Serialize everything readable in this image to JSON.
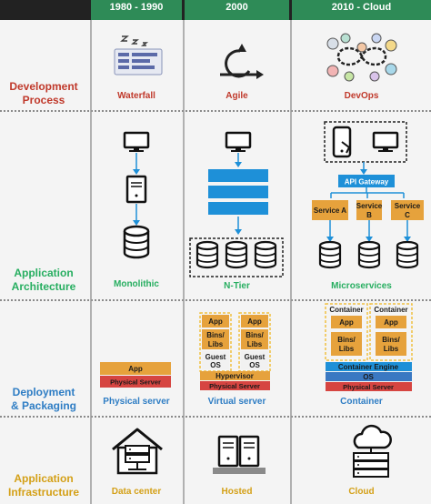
{
  "headers": [
    "1980 - 1990",
    "2000",
    "2010 - Cloud"
  ],
  "rows": [
    {
      "label_lines": [
        "Development",
        "Process"
      ],
      "color": "#c0392b"
    },
    {
      "label_lines": [
        "Application",
        "Architecture"
      ],
      "color": "#27ae60"
    },
    {
      "label_lines": [
        "Deployment",
        "& Packaging"
      ],
      "color": "#2e7dc4"
    },
    {
      "label_lines": [
        "Application",
        "Infrastructure"
      ],
      "color": "#d4a017"
    }
  ],
  "development": {
    "waterfall": "Waterfall",
    "agile": "Agile",
    "devops": "DevOps"
  },
  "architecture": {
    "monolithic": "Monolithic",
    "ntier": "N-Tier",
    "microservices": "Microservices",
    "api_gateway": "API Gateway",
    "services": [
      "Service A",
      "Service B",
      "Service C"
    ],
    "service_lines": [
      [
        "Service A"
      ],
      [
        "Service",
        "B"
      ],
      [
        "Service",
        "C"
      ]
    ]
  },
  "deployment": {
    "physical": {
      "app": "App",
      "server": "Physical Server",
      "caption": "Physical server"
    },
    "virtual": {
      "app": "App",
      "bins_libs": [
        "Bins/",
        "Libs"
      ],
      "guest_os": [
        "Guest",
        "OS"
      ],
      "hypervisor": "Hypervisor",
      "server": "Physical Server",
      "caption": "Virtual server"
    },
    "container": {
      "label": "Container",
      "app": "App",
      "bins_libs": [
        "Bins/",
        "Libs"
      ],
      "engine": "Container Engine",
      "os": "OS",
      "server": "Physical Server",
      "caption": "Container"
    }
  },
  "infrastructure": {
    "datacenter": "Data center",
    "hosted": "Hosted",
    "cloud": "Cloud"
  },
  "colors": {
    "header_bg": "#2e8b57",
    "grid_line": "#8a8a8a",
    "red": "#c0392b",
    "green": "#27ae60",
    "blue": "#2e7dc4",
    "yellow": "#d4a017",
    "orange": "#e6a23c",
    "bar_blue": "#1e90d8",
    "server_red": "#d64541",
    "os_blue": "#3a78c2"
  },
  "icons": [
    "task-list-icon",
    "agile-cycle-icon",
    "devops-infinity-icon",
    "monitor-icon",
    "tower-server-icon",
    "database-icon",
    "mobile-phone-icon",
    "datacenter-house-icon",
    "server-rack-icon",
    "cloud-icon"
  ]
}
